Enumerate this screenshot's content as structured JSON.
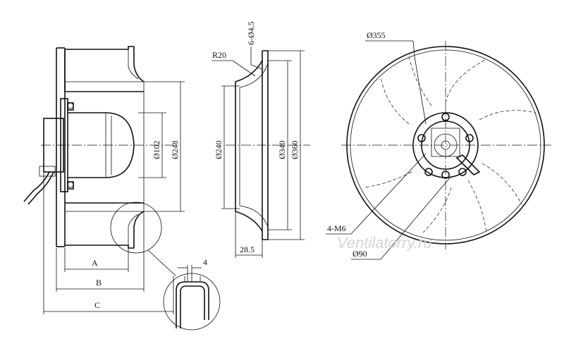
{
  "drawing": {
    "side_view": {
      "dims": {
        "a": "A",
        "b": "B",
        "c": "C",
        "d102": "Ø102",
        "d248": "Ø248"
      }
    },
    "inlet_view": {
      "dims": {
        "r20": "R20",
        "holes": "6-Ø4.5",
        "d240": "Ø240",
        "d340": "Ø340",
        "d360": "Ø360",
        "w285": "28.5"
      }
    },
    "front_view": {
      "dims": {
        "d355": "Ø355",
        "m6": "4-M6",
        "d90": "Ø90"
      }
    },
    "detail_view": {
      "dims": {
        "t4": "4"
      }
    }
  },
  "watermark": "Ventilatorry.ru"
}
